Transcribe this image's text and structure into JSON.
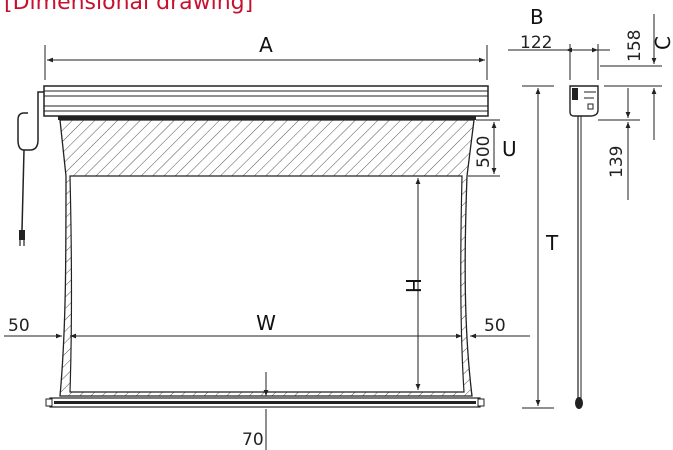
{
  "title": "[Dimensional drawing]",
  "labels": {
    "A": "A",
    "B": "B",
    "C": "C",
    "U": "U",
    "H": "H",
    "W": "W",
    "T": "T"
  },
  "values": {
    "b_width": "122",
    "c_height": "158",
    "side_depth": "139",
    "u_drop": "500",
    "left_border": "50",
    "right_border": "50",
    "bottom_bar": "70"
  },
  "colors": {
    "title": "#c8102e",
    "line": "#222222"
  }
}
